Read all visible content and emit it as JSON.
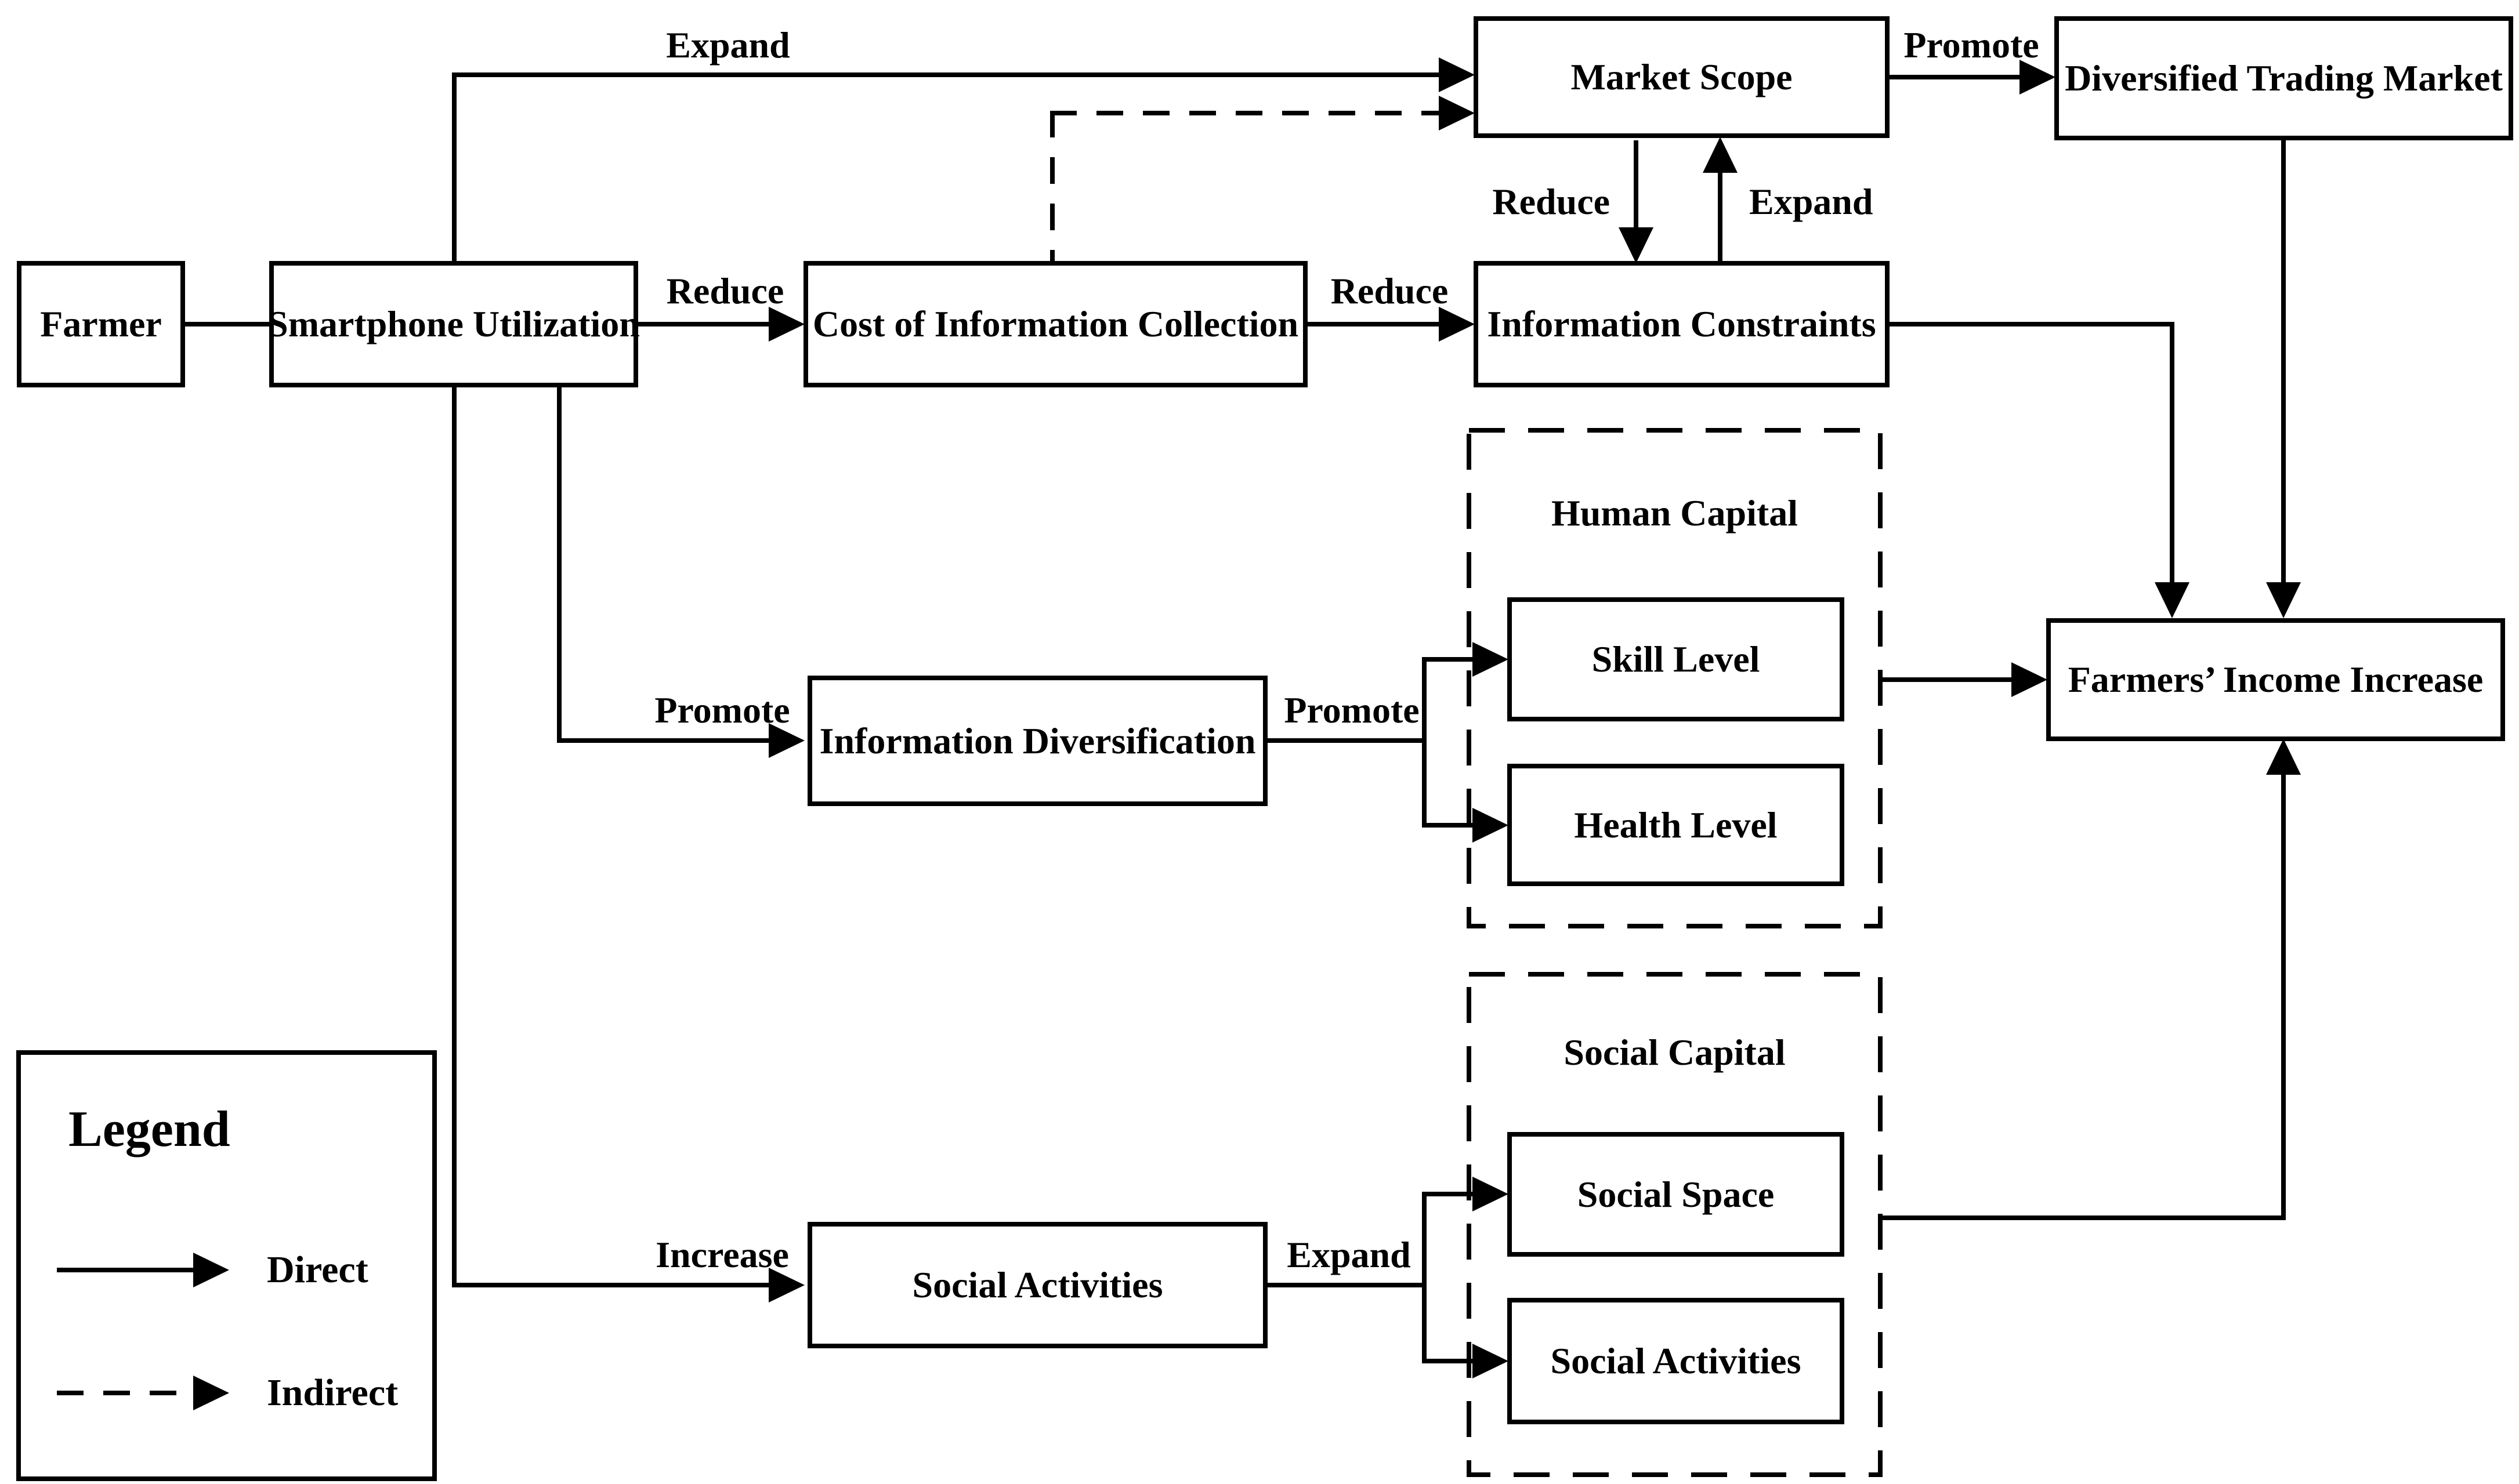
{
  "diagram": {
    "title_implicit": "Smartphone utilization and farmers' income conceptual framework",
    "colors": {
      "line": "#000000",
      "background": "#ffffff"
    },
    "nodes": {
      "farmer": "Farmer",
      "smartphone": "Smartphone Utilization",
      "cost": "Cost of Information Collection",
      "info_constraints": "Information Constraints",
      "market_scope": "Market Scope",
      "diversified": "Diversified Trading Market",
      "farmers_income": "Farmers’ Income Increase",
      "info_diversification": "Information Diversification",
      "social_activities": "Social Activities",
      "skill_level": "Skill Level",
      "health_level": "Health Level",
      "social_space": "Social Space",
      "social_activities_inner": "Social Activities",
      "human_capital": "Human Capital",
      "social_capital": "Social Capital"
    },
    "edge_labels": {
      "expand_smartphone_market": "Expand",
      "reduce_smartphone_cost": "Reduce",
      "reduce_cost_constraints": "Reduce",
      "promote_market_diversified": "Promote",
      "reduce_market_constraints": "Reduce",
      "expand_constraints_market": "Expand",
      "promote_smartphone_infodiv": "Promote",
      "promote_infodiv_human": "Promote",
      "increase_smartphone_social": "Increase",
      "expand_social_socialcap": "Expand"
    },
    "legend": {
      "title": "Legend",
      "direct": "Direct",
      "indirect": "Indirect"
    }
  }
}
